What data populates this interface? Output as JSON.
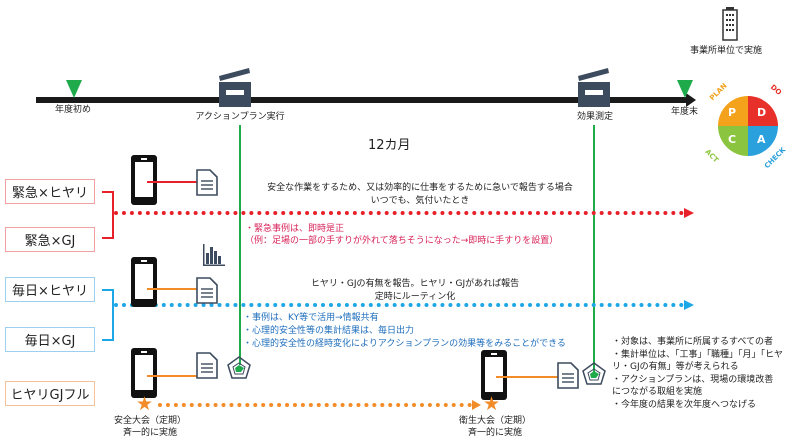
{
  "timeline": {
    "start": "年度初め",
    "action": "アクションプラン実行",
    "measure": "効果測定",
    "end": "年度末",
    "duration": "12カ月"
  },
  "site_note": "事業所単位で実施",
  "pdca": {
    "P": "P",
    "D": "D",
    "C": "C",
    "A": "A",
    "plan": "PLAN",
    "do": "DO",
    "check": "CHECK",
    "act": "ACT"
  },
  "categories": [
    "緊急×ヒヤリ",
    "緊急×GJ",
    "毎日×ヒヤリ",
    "毎日×GJ",
    "ヒヤリGJフル"
  ],
  "urgent": {
    "line1": "安全な作業をするため、又は効率的に仕事をするために急いで報告する場合",
    "line2": "いつでも、気付いたとき",
    "note1": "・緊急事例は、即時是正",
    "note2": "（例：足場の一部の手すりが外れて落ちそうになった→即時に手すりを設置）"
  },
  "daily": {
    "line1": "ヒヤリ・GJの有無を報告。ヒヤリ・GJがあれば報告",
    "line2": "定時にルーティン化",
    "note1": "・事例は、KY等で活用→情報共有",
    "note2": "・心理的安全性等の集計結果は、毎日出力",
    "note3": "・心理的安全性の経時変化によりアクションプランの効果等をみることができる"
  },
  "events": {
    "safety": "安全大会（定期）",
    "safety2": "斉一的に実施",
    "health": "衛生大会（定期）",
    "health2": "斉一的に実施"
  },
  "notes": [
    "・対象は、事業所に所属するすべての者",
    "・集計単位は、「工事」「職種」「月」「ヒヤ",
    "リ・GJの有無」等が考えられる",
    "・アクションプランは、現場の環境改善",
    "につながる取組を実施",
    "・今年度の結果を次年度へつなげる"
  ],
  "colors": {
    "red": "#e8202a",
    "blue": "#1ea7e6",
    "orange": "#f28c28",
    "green": "#1fab4c",
    "dark": "#3d4b5e"
  }
}
